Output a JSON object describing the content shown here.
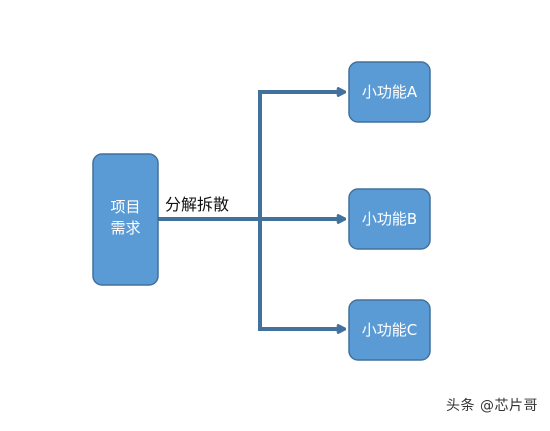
{
  "diagram": {
    "source_node": {
      "line1": "项目",
      "line2": "需求"
    },
    "edge_label": "分解拆散",
    "targets": [
      {
        "label": "小功能A"
      },
      {
        "label": "小功能B"
      },
      {
        "label": "小功能C"
      }
    ]
  },
  "watermark": {
    "text": "头条 @芯片哥"
  },
  "colors": {
    "node_fill": "#5b9bd5",
    "node_stroke": "#41719c",
    "connector": "#41719c",
    "text_on_node": "#ffffff"
  }
}
